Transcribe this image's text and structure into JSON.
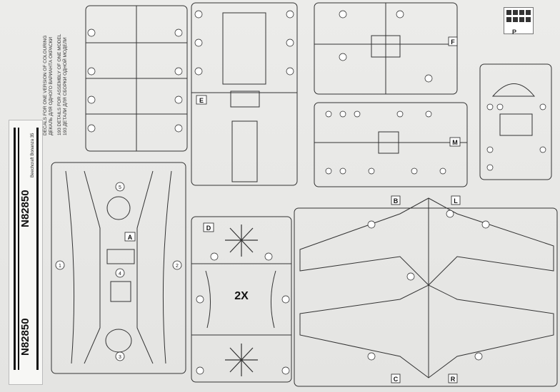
{
  "decal_notes": {
    "line_en_1": "DECALS FOR ONE VERSION OF COLOURING",
    "line_ru_1": "ДЕКАЛЬ ДЛЯ ОДНОГО ВАРИАНТА ОКРАСКИ",
    "line_en_2": "193 DETAILS FOR ASSEMBLY OF ONE MODEL",
    "line_ru_2": "193 ДЕТАЛИ ДЛЯ СБОРКИ ОДНОЙ МОДЕЛИ"
  },
  "decals": {
    "registration_top": "N82850",
    "registration_bottom": "N82850",
    "brand": "Beechcraft Bonanza 35"
  },
  "sprue_letters": {
    "a": "A",
    "b": "B",
    "c": "C",
    "d": "D",
    "e": "E",
    "f": "F",
    "l": "L",
    "m": "M",
    "p": "P",
    "r": "R"
  },
  "center_mark": "2X",
  "part_numbers": {
    "fuselage_left": "1",
    "fuselage_right": "2",
    "nose": "3",
    "cockpit": "4",
    "tail": "5"
  },
  "colors": {
    "sheet": "#e9e9e7",
    "ink": "#222222",
    "callout_fill": "#ffffff",
    "decal_stripe": "#111111"
  }
}
